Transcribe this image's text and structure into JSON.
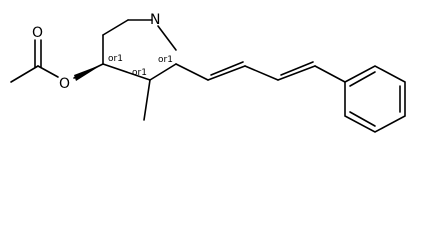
{
  "molecule": {
    "atoms": {
      "nitrogen": "N",
      "oxygen_carbonyl": "O",
      "oxygen_ester": "O"
    },
    "stereo_labels": [
      "or1",
      "or1",
      "or1"
    ],
    "colors": {
      "stroke": "#000000",
      "background": "#ffffff"
    }
  }
}
